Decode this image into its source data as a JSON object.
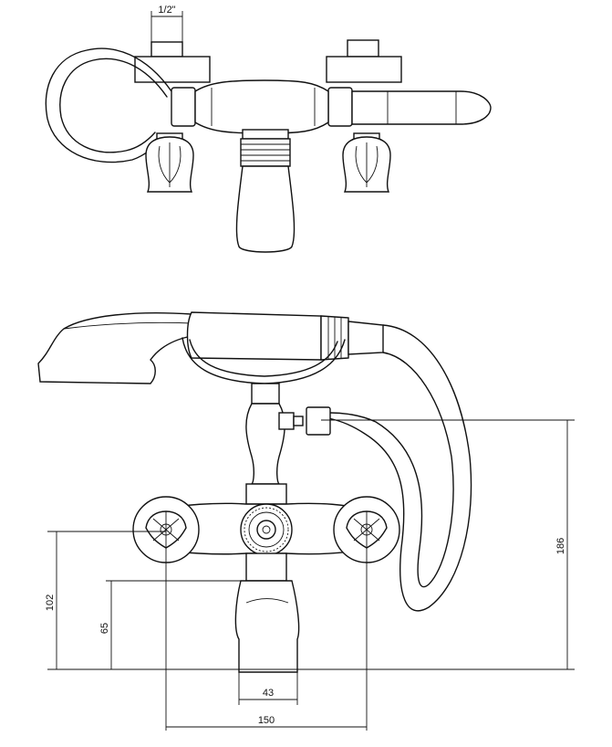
{
  "dimensions": {
    "pipe_size": "1/2\"",
    "height_top": "186",
    "height_mid": "102",
    "height_low": "65",
    "spout_width": "43",
    "centers": "150"
  }
}
